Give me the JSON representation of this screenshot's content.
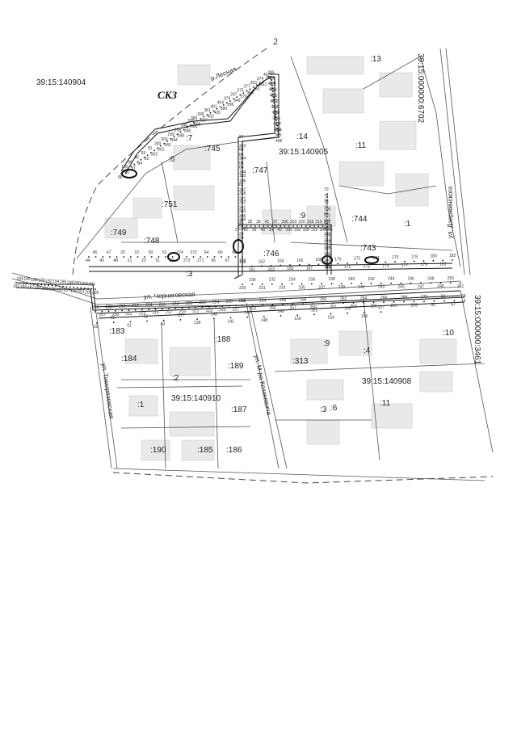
{
  "sheet_number": "2",
  "zone_label": "СКЗ",
  "river_label": "р.Лесная",
  "cadastral_blocks": [
    "39:15:140904",
    "39:15:140905",
    "39:15:140910",
    "39:15:140908",
    "39:15:000000:6702",
    "39:15:000000:3461"
  ],
  "streets": [
    "ул. Черниговская",
    "ул. Тимирязевская",
    "ул. М-ра Козакевича",
    "ул. Дзержинского"
  ],
  "parcels": [
    ":13",
    ":14",
    ":11",
    ":7",
    ":745",
    ":6",
    ":747",
    ":751",
    ":744",
    ":1",
    ":9",
    ":749",
    ":748",
    ":746",
    ":743",
    ":3",
    ":183",
    ":188",
    ":10",
    ":184",
    ":9",
    ":313",
    ":4",
    ":189",
    ":2",
    ":1",
    ":187",
    ":11",
    ":3",
    ":6",
    ":190",
    ":185",
    ":186"
  ],
  "point_numbers": [
    "284",
    "285",
    "424",
    "427",
    "425",
    "423",
    "426",
    "419",
    "420",
    "421",
    "413",
    "412",
    "418",
    "356",
    "357",
    "358",
    "410",
    "408",
    "409",
    "367",
    "365",
    "364",
    "406",
    "407",
    "352",
    "374",
    "351",
    "353",
    "354",
    "377",
    "376",
    "375",
    "349",
    "297",
    "296",
    "379",
    "380",
    "404",
    "405",
    "401",
    "402",
    "381",
    "387",
    "399",
    "398",
    "389",
    "386",
    "391",
    "346",
    "345",
    "348",
    "298",
    "344",
    "299",
    "343",
    "303",
    "301",
    "300",
    "302",
    "91",
    "92",
    "93",
    "94",
    "95",
    "97",
    "98",
    "99",
    "100",
    "86",
    "87",
    "88",
    "342",
    "304",
    "84",
    "83",
    "85",
    "103",
    "104",
    "82",
    "106",
    "338",
    "337",
    "322",
    "321",
    "340",
    "341",
    "306",
    "305",
    "296",
    "25",
    "26",
    "24",
    "27",
    "31",
    "32",
    "35",
    "36",
    "39",
    "40",
    "41",
    "33",
    "37",
    "42",
    "336",
    "335",
    "333",
    "332",
    "326",
    "328",
    "318",
    "312",
    "310",
    "309",
    "311",
    "69",
    "70",
    "73",
    "74",
    "77",
    "78",
    "80",
    "108",
    "110",
    "113",
    "116",
    "117",
    "120",
    "121",
    "124",
    "125",
    "128",
    "129",
    "130",
    "131",
    "132",
    "133",
    "134",
    "43",
    "44",
    "45",
    "46",
    "47",
    "48",
    "20",
    "21",
    "22",
    "23",
    "50",
    "51",
    "52",
    "53",
    "274",
    "273",
    "272",
    "271",
    "64",
    "65",
    "66",
    "67",
    "68",
    "159",
    "158",
    "161",
    "162",
    "163",
    "164",
    "165",
    "166",
    "167",
    "168",
    "169",
    "170",
    "171",
    "172",
    "173",
    "174",
    "175",
    "176",
    "177",
    "178",
    "179",
    "180",
    "181",
    "182",
    "183",
    "184",
    "185",
    "186",
    "187",
    "188",
    "189",
    "190",
    "191",
    "192",
    "193",
    "194",
    "195",
    "196",
    "197",
    "198",
    "199",
    "200",
    "201",
    "202",
    "203",
    "204",
    "205",
    "206",
    "207",
    "208",
    "209",
    "210",
    "211",
    "212",
    "213",
    "214",
    "215",
    "216",
    "217",
    "218",
    "219",
    "220",
    "221",
    "222",
    "223",
    "224",
    "225",
    "226",
    "227",
    "228",
    "229",
    "230",
    "231",
    "232",
    "233",
    "234",
    "235",
    "236",
    "237",
    "238",
    "239",
    "240",
    "241",
    "242",
    "243",
    "244",
    "245",
    "246",
    "247",
    "248",
    "249",
    "250",
    "251",
    "252",
    "253",
    "254",
    "255",
    "256",
    "257",
    "258",
    "259",
    "260",
    "261",
    "262",
    "263",
    "264",
    "265",
    "266",
    "267",
    "268",
    "269",
    "270",
    "55",
    "56",
    "57",
    "58",
    "59",
    "60",
    "61",
    "62",
    "63",
    "137",
    "139",
    "140",
    "142",
    "144",
    "148",
    "149",
    "150",
    "152",
    "154",
    "155",
    "156",
    "157"
  ]
}
